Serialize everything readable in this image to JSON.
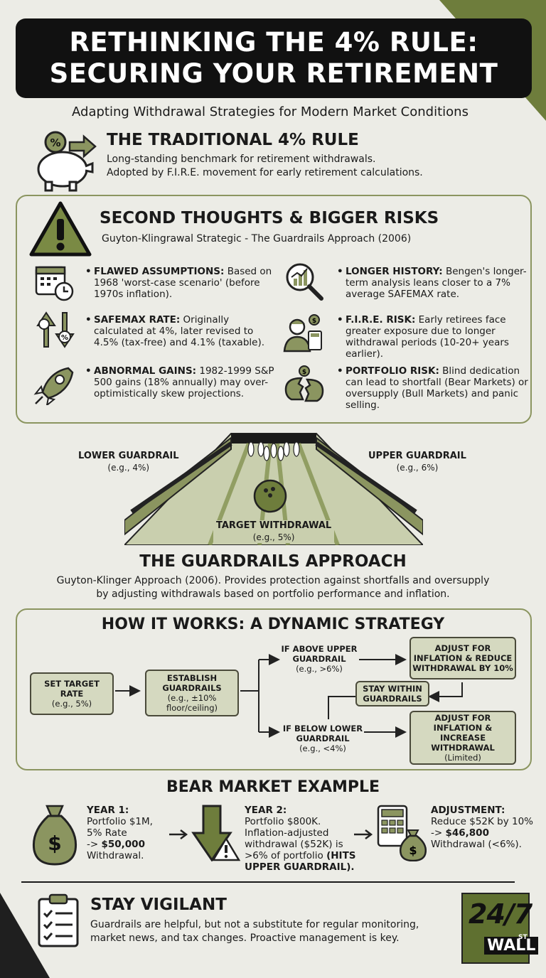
{
  "header": {
    "title_line1": "RETHINKING THE 4% RULE:",
    "title_line2": "SECURING YOUR RETIREMENT",
    "subtitle": "Adapting Withdrawal Strategies for Modern Market Conditions"
  },
  "traditional": {
    "title": "THE TRADITIONAL 4% RULE",
    "line1": "Long-standing benchmark for retirement withdrawals.",
    "line2": "Adopted by F.I.R.E. movement for early retirement calculations.",
    "icon": "piggy-bank-percent-icon"
  },
  "risks": {
    "title": "SECOND THOUGHTS & BIGGER RISKS",
    "subtitle": "Guyton-Klingrawal Strategic - The Guardrails Approach (2006)",
    "items": [
      {
        "label": "FLAWED ASSUMPTIONS:",
        "text": "Based on 1968 'worst-case scenario' (before 1970s inflation).",
        "icon": "calendar-clock-icon"
      },
      {
        "label": "SAFEMAX RATE:",
        "text": "Originally calculated at 4%, later revised to 4.5% (tax-free) and 4.1% (taxable).",
        "icon": "up-down-percent-icon"
      },
      {
        "label": "ABNORMAL GAINS:",
        "text": "1982-1999 S&P 500 gains (18% annually) may over-optimistically skew projections.",
        "icon": "rocket-icon"
      },
      {
        "label": "LONGER HISTORY:",
        "text": "Bengen's longer-term analysis leans closer to a 7% average SAFEMAX rate.",
        "icon": "magnifier-chart-icon"
      },
      {
        "label": "F.I.R.E. RISK:",
        "text": "Early retirees face greater exposure due to longer withdrawal periods (10-20+ years earlier).",
        "icon": "person-calculator-icon"
      },
      {
        "label": "PORTFOLIO RISK:",
        "text": "Blind dedication can lead to shortfall (Bear Markets) or oversupply (Bull Markets) and panic selling.",
        "icon": "broken-piggy-icon"
      }
    ]
  },
  "lane": {
    "lower_label": "LOWER GUARDRAIL",
    "lower_value": "(e.g., 4%)",
    "upper_label": "UPPER GUARDRAIL",
    "upper_value": "(e.g., 6%)",
    "target_label": "TARGET WITHDRAWAL",
    "target_value": "(e.g., 5%)"
  },
  "guardrails": {
    "title": "THE GUARDRAILS APPROACH",
    "line1": "Guyton-Klinger Approach (2006). Provides protection against shortfalls and oversupply",
    "line2": "by adjusting withdrawals based on portfolio performance and inflation."
  },
  "how": {
    "title": "HOW IT WORKS: A DYNAMIC STRATEGY",
    "set_target": "SET TARGET RATE",
    "set_target_sub": "(e.g., 5%)",
    "establish": "ESTABLISH GUARDRAILS",
    "establish_sub": "(e.g., ±10% floor/ceiling)",
    "if_above": "IF ABOVE UPPER GUARDRAIL",
    "if_above_sub": "(e.g., >6%)",
    "if_below": "IF BELOW LOWER GUARDRAIL",
    "if_below_sub": "(e.g., <4%)",
    "reduce": "ADJUST FOR INFLATION & REDUCE WITHDRAWAL BY 10%",
    "stay_within": "STAY WITHIN GUARDRAILS",
    "increase": "ADJUST FOR INFLATION & INCREASE WITHDRAWAL",
    "increase_sub": "(Limited)"
  },
  "bear": {
    "title": "BEAR MARKET EXAMPLE",
    "y1_label": "YEAR 1:",
    "y1_text": "Portfolio $1M, 5% Rate",
    "y1_arrow": "-> ",
    "y1_amount": "$50,000",
    "y1_tail": "Withdrawal.",
    "y2_label": "YEAR 2:",
    "y2_text": "Portfolio $800K. Inflation-adjusted withdrawal ($52K) is >6% of portfolio",
    "y2_hit": "(HITS UPPER GUARDRAIL).",
    "adj_label": "ADJUSTMENT:",
    "adj_text": "Reduce $52K by 10%",
    "adj_arrow": "-> ",
    "adj_amount": "$46,800",
    "adj_tail": "Withdrawal (<6%)."
  },
  "vigilant": {
    "title": "STAY VIGILANT",
    "line1": "Guardrails are helpful, but not a substitute for regular monitoring,",
    "line2": "market news, and tax changes. Proactive management is key."
  },
  "logo": {
    "num": "24/7",
    "wall": "WALL",
    "st": "ST"
  },
  "colors": {
    "accent": "#6e7d3c",
    "dark": "#111111",
    "panel": "#d5d9c0"
  }
}
